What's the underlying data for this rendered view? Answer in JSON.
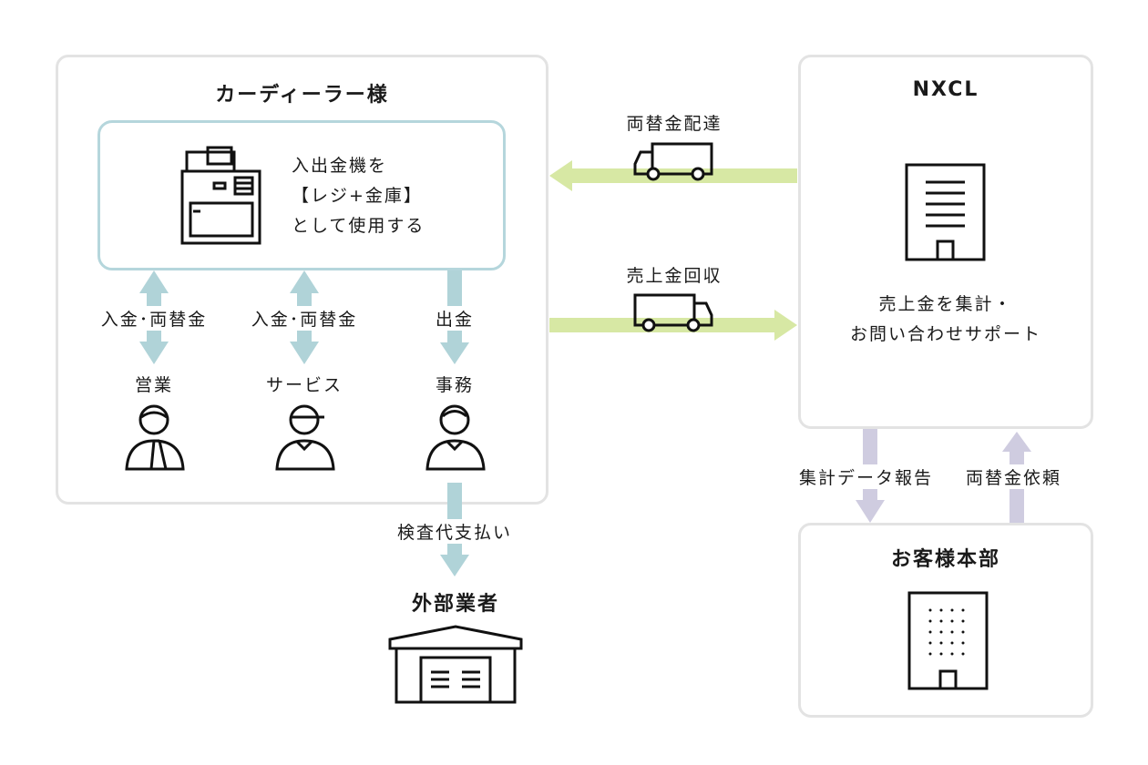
{
  "dealer": {
    "title": "カーディーラー様",
    "machine_text": "入出金機を\n【レジ+金庫】\nとして使用する",
    "roles": [
      {
        "arrow_label": "入金･両替金",
        "name": "営業"
      },
      {
        "arrow_label": "入金･両替金",
        "name": "サービス"
      },
      {
        "arrow_label": "出金",
        "name": "事務"
      }
    ]
  },
  "nxcl": {
    "title": "NXCL",
    "description": "売上金を集計・\nお問い合わせサポート"
  },
  "flows": {
    "exchange_delivery": "両替金配達",
    "sales_collection": "売上金回収",
    "inspection_payment": "検査代支払い",
    "report": "集計データ報告",
    "exchange_request": "両替金依頼"
  },
  "vendor": {
    "title": "外部業者"
  },
  "hq": {
    "title": "お客様本部"
  },
  "colors": {
    "green_arrow": "#d7e8a4",
    "teal_arrow": "#b0d3d8",
    "lavender_arrow": "#cfcce0",
    "box_border": "#e3e3e3",
    "machine_border": "#b5d6dc"
  }
}
